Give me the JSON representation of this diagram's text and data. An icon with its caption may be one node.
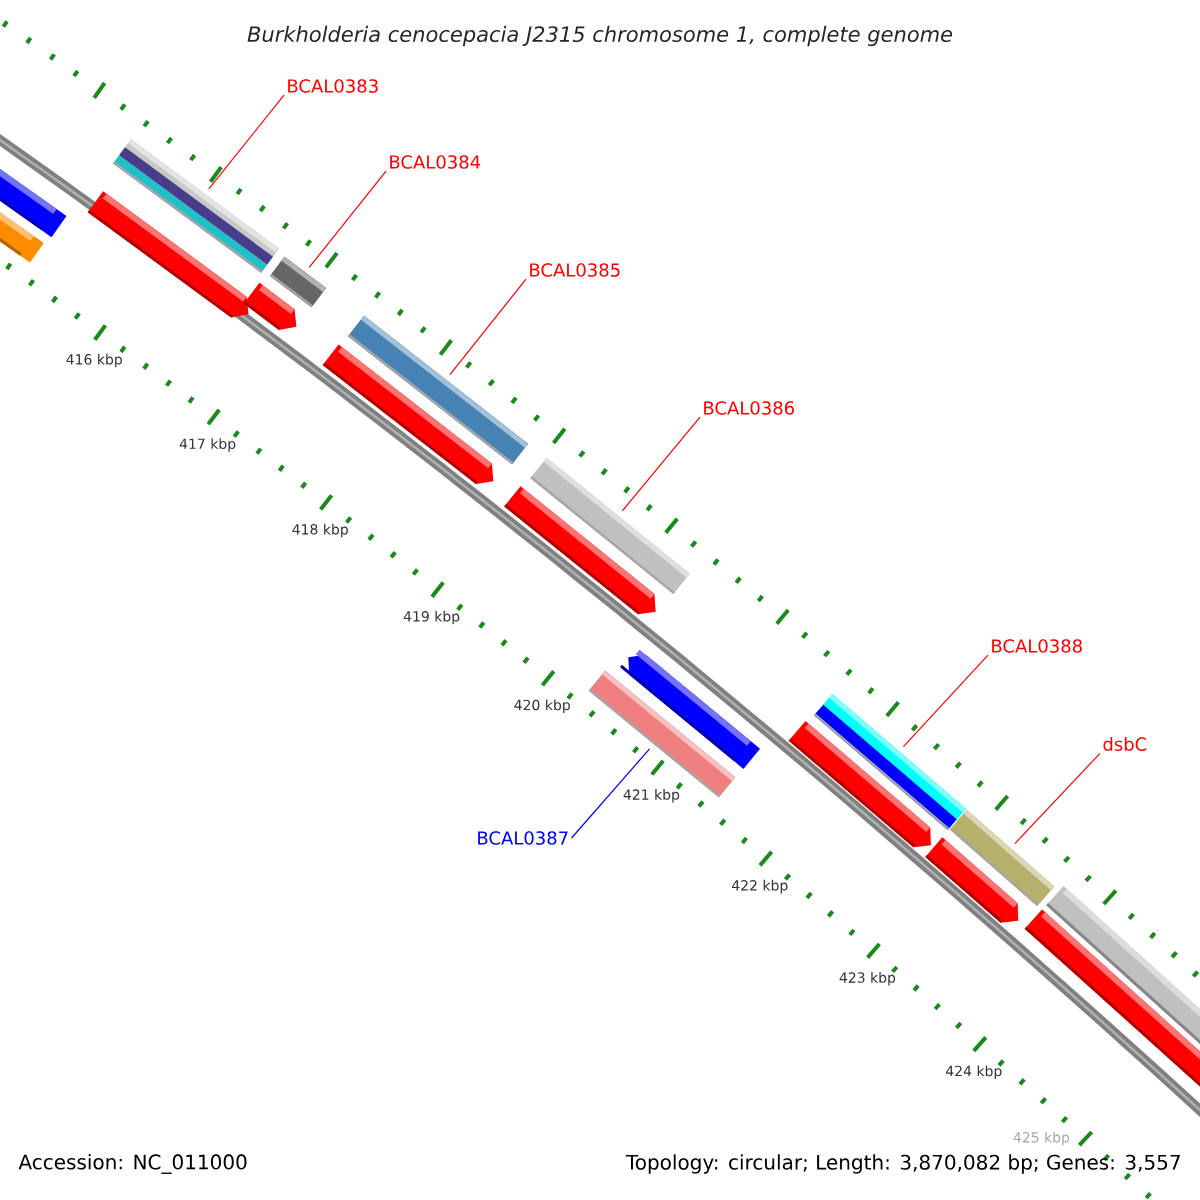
{
  "diagram": {
    "title": "Burkholderia cenocepacia J2315 chromosome 1, complete genome",
    "nodes": [
      {
        "text": [
          "BCAL0383"
        ]
      },
      {
        "text": [],
        "shape": "bar"
      },
      {
        "text": [
          "BCAL0384"
        ]
      },
      {
        "text": [],
        "shape": "bar"
      },
      {
        "text": [
          "BCAL0385"
        ]
      },
      {
        "text": [],
        "shape": "bar"
      },
      {
        "text": [
          "BCAL0386"
        ]
      },
      {
        "text": [],
        "shape": "bar"
      },
      {
        "text": [
          "BCAL0387"
        ]
      },
      {
        "text": [],
        "shape": "bar"
      },
      {
        "text": [
          "BCAL0388"
        ]
      },
      {
        "text": [],
        "shape": "bar"
      },
      {
        "text": [
          "dsbC"
        ]
      },
      {
        "text": [],
        "shape": "bar"
      }
    ],
    "edges": [
      {
        "from": 0,
        "to": 1,
        "arrow": "none"
      },
      {
        "from": 2,
        "to": 3,
        "arrow": "none"
      },
      {
        "from": 4,
        "to": 5,
        "arrow": "none"
      },
      {
        "from": 6,
        "to": 7,
        "arrow": "none"
      },
      {
        "from": 8,
        "to": 9,
        "arrow": "none",
        "color": "#0000ff"
      },
      {
        "from": 10,
        "to": 11,
        "arrow": "none"
      },
      {
        "from": 12,
        "to": 13,
        "arrow": "none"
      }
    ],
    "labels": [
      "416 kbp",
      "417 kbp",
      "418 kbp",
      "419 kbp",
      "420 kbp",
      "421 kbp",
      "422 kbp",
      "423 kbp",
      "424 kbp",
      "425 kbp",
      "Accession: NC_011000",
      "Topology: circular; Length: 3,870,082 bp; Genes: 3,557"
    ]
  }
}
